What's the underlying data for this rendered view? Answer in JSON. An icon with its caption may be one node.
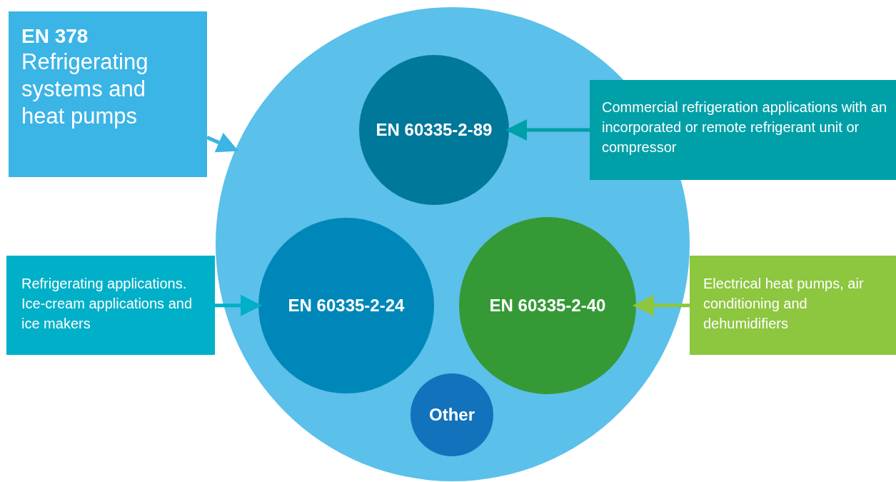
{
  "diagram": {
    "nodes": [
      {
        "text": [],
        "shape": "circle"
      },
      {
        "text": [
          "EN 378",
          "Refrigerating systems and heat pumps"
        ]
      },
      {
        "text": [
          "EN 60335-2-89"
        ],
        "in": 0
      },
      {
        "text": [
          "Commercial refrigeration applications with an incorporated or remote refrigerant unit or compressor"
        ]
      },
      {
        "text": [
          "Refrigerating applications. Ice-cream applications and ice makers"
        ]
      },
      {
        "text": [
          "EN 60335-2-24"
        ],
        "in": 0
      },
      {
        "text": [
          "EN 60335-2-40"
        ],
        "in": 0
      },
      {
        "text": [
          "Electrical heat pumps, air conditioning and dehumidifiers"
        ]
      },
      {
        "text": [
          "Other"
        ],
        "in": 0
      }
    ],
    "edges": [
      {
        "from": 1,
        "to": 0,
        "arrow": "to",
        "color": "#3bb4e6"
      },
      {
        "from": 3,
        "to": 2,
        "arrow": "to",
        "color": "#00a0a8"
      },
      {
        "from": 4,
        "to": 5,
        "arrow": "to",
        "color": "#00b0c8"
      },
      {
        "from": 7,
        "to": 6,
        "arrow": "to",
        "color": "#8dc63f"
      }
    ]
  }
}
